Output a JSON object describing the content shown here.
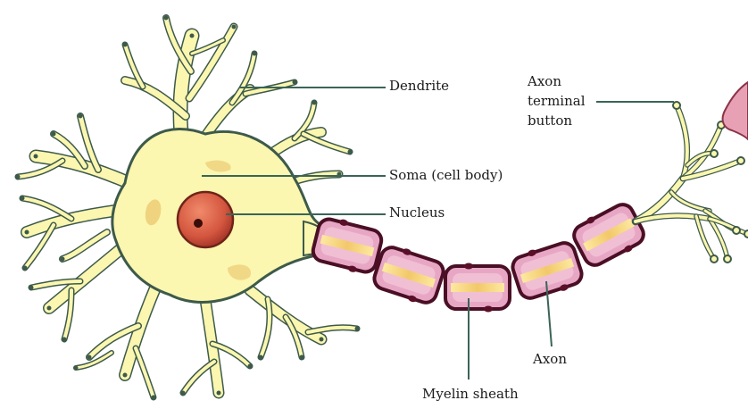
{
  "labels": {
    "dendrite": "Dendrite",
    "soma": "Soma (cell body)",
    "nucleus": "Nucleus",
    "axon_terminal": [
      "Axon",
      "terminal",
      "button"
    ],
    "axon": "Axon",
    "myelin": "Myelin sheath"
  },
  "colors": {
    "cytoplasm": "#fbf6b0",
    "outline": "#3d5a4a",
    "nucleus": "#d4563f",
    "myelin_fill": "#e7a7c4",
    "myelin_outline": "#4a0f24",
    "axon_core": "#f3dd86",
    "leader_line": "#3b6458"
  }
}
